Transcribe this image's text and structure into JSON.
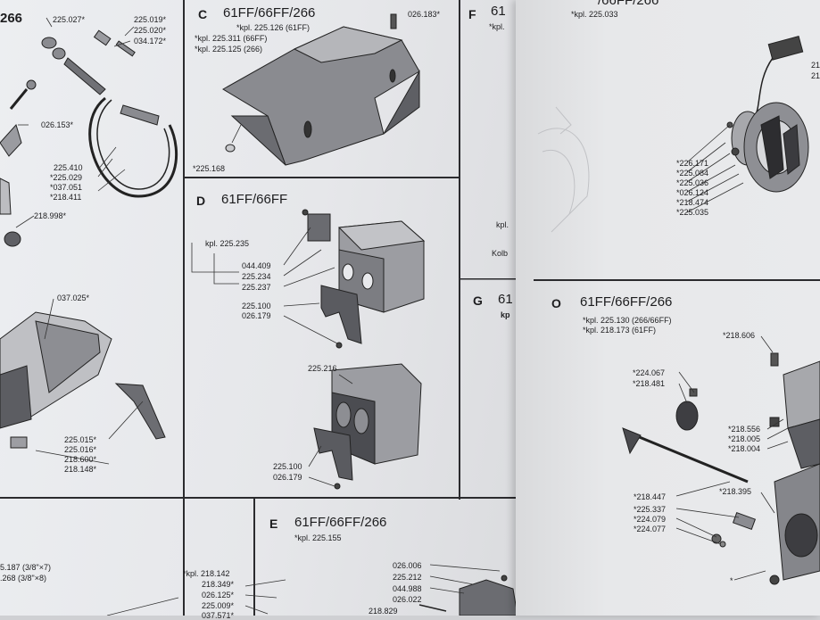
{
  "left_sheet": {
    "top_left_partial": "266",
    "part_numbers_top_left": [
      "225.027*",
      "225.019*",
      "225.020*",
      "034.172*",
      "026.153*",
      "225.410",
      "*225.029",
      "*037.051",
      "*218.411",
      "218.998*",
      "037.025*",
      "225.015*",
      "225.016*",
      "218.600*",
      "218.148*"
    ],
    "section_c": {
      "letter": "C",
      "title": "61FF/66FF/266",
      "kits": [
        "*kpl. 225.126  (61FF)",
        "*kpl. 225.311  (66FF)",
        "*kpl. 225.125 (266)"
      ],
      "parts": [
        "026.183*",
        "*225.168"
      ]
    },
    "section_f": {
      "letter": "F",
      "title_partial": "61",
      "kit_partial": "*kpl.",
      "notes": [
        "kpl.",
        "Kolb"
      ]
    },
    "section_d": {
      "letter": "D",
      "title": "61FF/66FF",
      "kit": "kpl. 225.235",
      "parts_upper": [
        "044.409",
        "225.234",
        "225.237",
        "225.100",
        "026.179"
      ],
      "parts_lower": [
        "225.216",
        "225.100",
        "026.179"
      ]
    },
    "section_g": {
      "letter": "G",
      "title_partial": "61",
      "kit_partial": "kp"
    },
    "section_e": {
      "letter": "E",
      "title": "61FF/66FF/266",
      "kit": "*kpl. 225.155",
      "parts": [
        "026.006",
        "225.212",
        "044.988",
        "026.022",
        "218.829"
      ]
    },
    "bottom_left": {
      "notes": [
        "5.187 (3/8\"×7)",
        ".268 (3/8\"×8)"
      ],
      "parts": [
        "*kpl. 218.142",
        "218.349*",
        "026.125*",
        "225.009*",
        "037.571*"
      ]
    }
  },
  "right_sheet": {
    "top_kit": "*kpl. 225.033",
    "top_title_partial": "/66FF/266",
    "top_parts": [
      "*226.171",
      "*225.084",
      "*225.036",
      "*026.124",
      "*218.474",
      "*225.035"
    ],
    "top_side": [
      "21",
      "21"
    ],
    "section_o": {
      "letter": "O",
      "title": "61FF/66FF/266",
      "kits": [
        "*kpl. 225.130 (266/66FF)",
        "*kpl. 218.173 (61FF)"
      ],
      "parts": [
        "*218.606",
        "*224.067",
        "*218.481",
        "*218.556",
        "*218.005",
        "*218.004",
        "*218.447",
        "*218.395",
        "*225.337",
        "*224.079",
        "*224.077",
        "*"
      ]
    }
  },
  "colors": {
    "paper": "#e9eaed",
    "ink": "#1d1d1f",
    "background": "#cfd0d3",
    "part_gray": "#6e6f74"
  }
}
